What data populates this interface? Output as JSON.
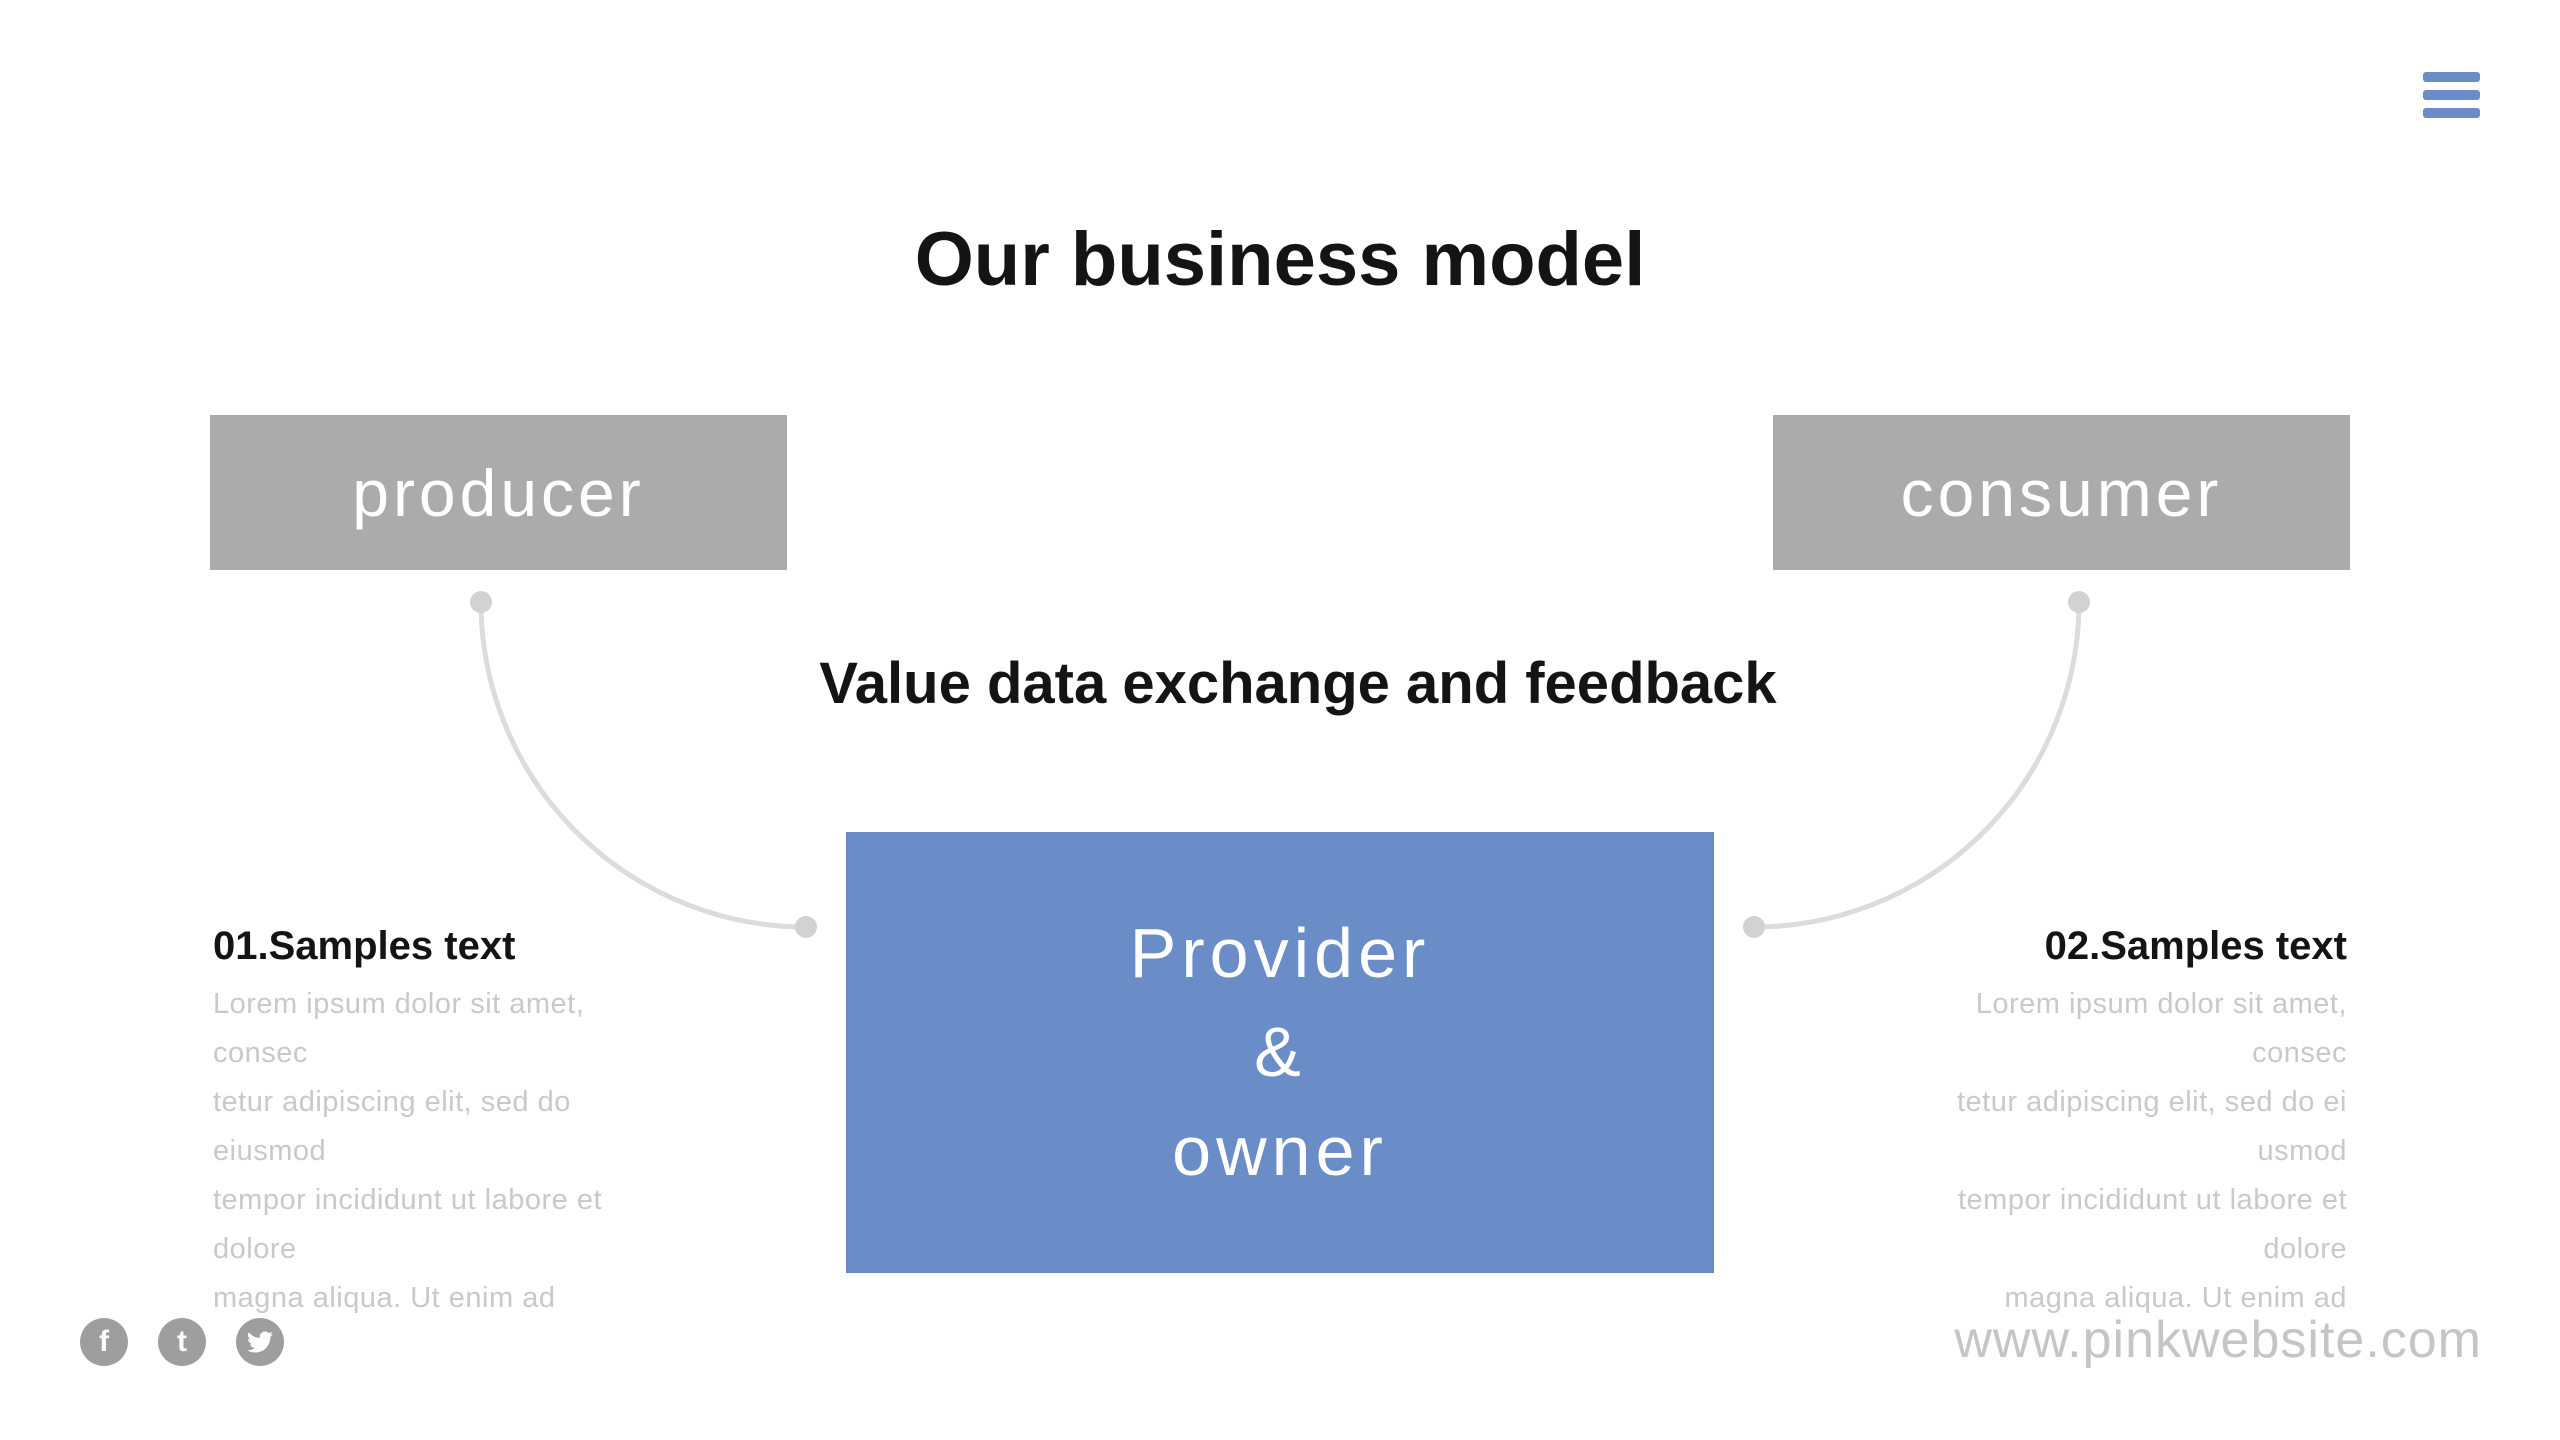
{
  "colors": {
    "accent_blue": "#6b8dc7",
    "box_gray": "#ababab",
    "connector_gray": "#dcdcdc",
    "dot_gray": "#d2d2d2",
    "heading_black": "#141414",
    "muted_text": "#c9c9c9",
    "url_gray": "#c5c5c5",
    "social_gray": "#9e9e9e"
  },
  "header": {
    "title": "Our business model",
    "subtitle": "Value data exchange and feedback"
  },
  "diagram": {
    "producer_label": "producer",
    "consumer_label": "consumer",
    "provider_lines": [
      "Provider",
      "&",
      "owner"
    ]
  },
  "left_block": {
    "heading": "01.Samples text",
    "lines": [
      "Lorem ipsum dolor sit amet, consec",
      "tetur adipiscing elit, sed do eiusmod",
      "tempor incididunt ut labore et dolore",
      "magna aliqua. Ut enim ad"
    ]
  },
  "right_block": {
    "heading": "02.Samples text",
    "lines": [
      "Lorem ipsum dolor sit amet, consec",
      "tetur adipiscing elit, sed do ei usmod",
      "tempor incididunt ut labore et dolore",
      "magna aliqua. Ut enim ad"
    ]
  },
  "footer": {
    "website_url": "www.pinkwebsite.com",
    "social": [
      {
        "network": "facebook",
        "glyph": "f"
      },
      {
        "network": "tumblr",
        "glyph": "t"
      },
      {
        "network": "twitter",
        "glyph": ""
      }
    ]
  }
}
